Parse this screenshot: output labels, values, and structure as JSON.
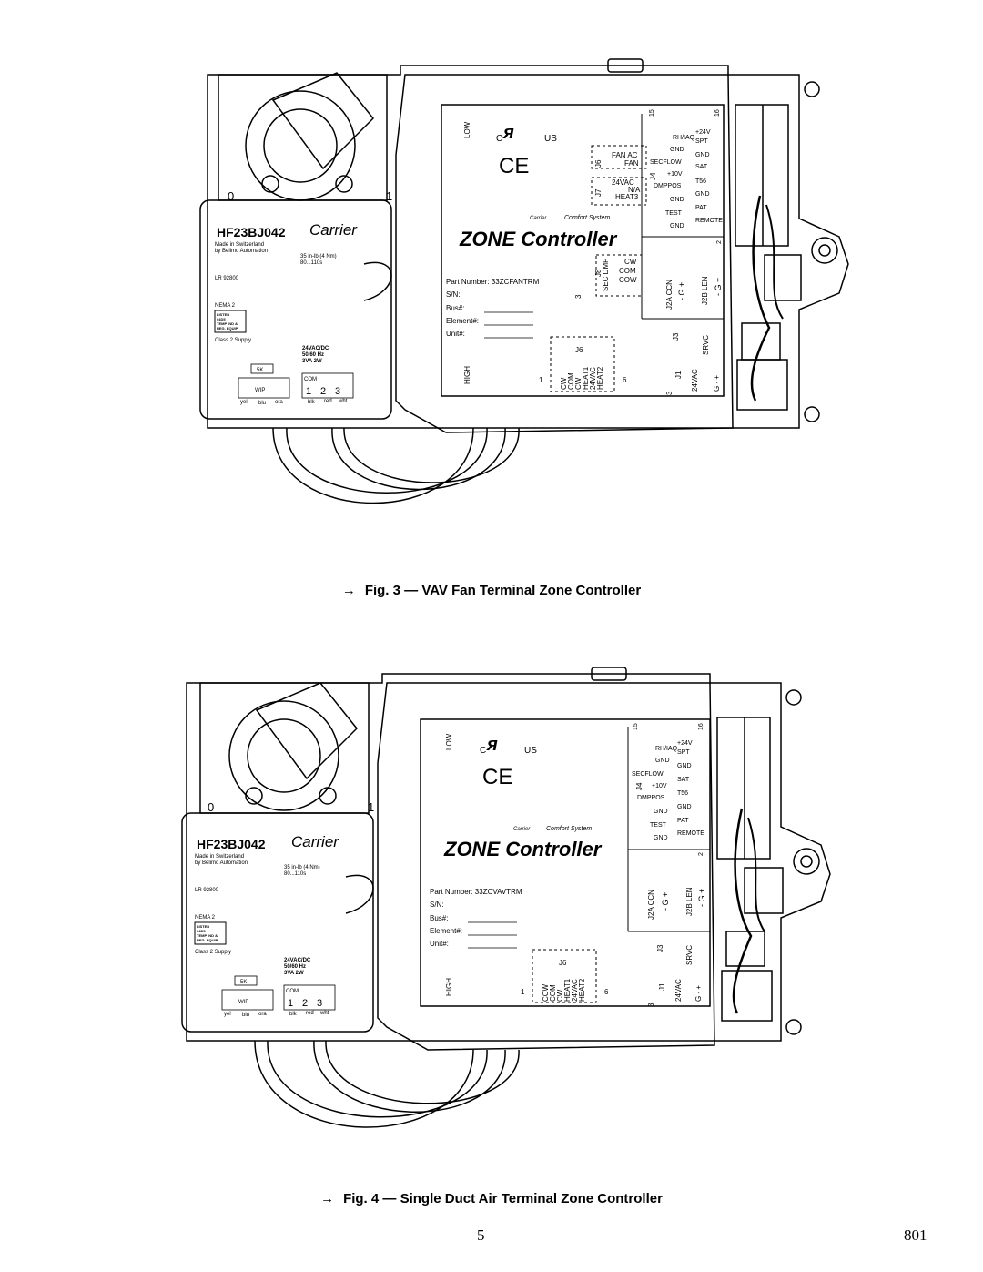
{
  "figures": [
    {
      "caption": "Fig. 3 — VAV Fan Terminal Zone Controller",
      "actuator": {
        "scale_left": "0",
        "scale_right": "1",
        "model": "HF23BJ042",
        "brand": "Carrier",
        "made_in": "Made in Switzerland",
        "made_by": "by Belimo Automation",
        "torque": "35 in-lb (4 Nm)",
        "runtime": "80...110s",
        "lr": "LR 92800",
        "nema": "NEMA 2",
        "listed_lines": [
          "LISTED",
          "94D5",
          "TEMP IND &",
          "REG. EQUIP."
        ],
        "class2": "Class 2 Supply",
        "power_lines": [
          "24VAC/DC",
          "50/60 Hz",
          "3VA  2W"
        ],
        "pot": "5K",
        "wip": "WIP",
        "com": "COM",
        "terms": [
          "1",
          "2",
          "3"
        ],
        "wires_left": [
          "yel",
          "blu",
          "ora"
        ],
        "wires_right": [
          "blk",
          "red",
          "wht"
        ]
      },
      "controller": {
        "low": "LOW",
        "high": "HIGH",
        "ul_c": "C",
        "ul_us": "US",
        "title": "ZONE Controller",
        "comfort": "Comfort System",
        "brand_small": "Carrier",
        "part_number": "Part Number: 33ZCFANTRM",
        "fields": [
          "S/N:",
          "Bus#:",
          "Element#:",
          "Unit#:"
        ],
        "j6_fan_lines": [
          "FAN AC",
          "FAN"
        ],
        "j7_lines": [
          "24VAC",
          "N/A",
          "HEAT3"
        ],
        "j8_lines": [
          "CW",
          "COM",
          "COW"
        ],
        "j8_side": "SEC DMP",
        "j4_left": [
          "RH/IAQ",
          "GND",
          "SECFLOW",
          "+10V",
          "DMPPOS",
          "GND",
          "TEST",
          "GND"
        ],
        "j4_right": [
          "+24V",
          "SPT",
          "GND",
          "SAT",
          "T56",
          "GND",
          "PAT",
          "REMOTE"
        ],
        "pin15": "15",
        "pin16": "16",
        "j2a": "J2A CCN",
        "j2a_pins": "- G +",
        "j2b": "J2B LEN",
        "j2b_pins": "- G +",
        "j3": "J3",
        "srvc": "SRVC",
        "j1": "J1",
        "j1_label": "24VAC",
        "j1_pins": "G - +",
        "j6": "J6",
        "j6_pins": [
          "CW",
          "COM",
          "CW",
          "HEAT1",
          "24VAC",
          "HEAT2"
        ],
        "pin1": "1",
        "pin3": "3",
        "pin6": "6",
        "j4": "J4",
        "j6side": "J6",
        "j7": "J7",
        "j8": "J8",
        "pin2": "2"
      }
    },
    {
      "caption": "Fig. 4 — Single Duct Air Terminal Zone Controller",
      "actuator": {
        "scale_left": "0",
        "scale_right": "1",
        "model": "HF23BJ042",
        "brand": "Carrier",
        "made_in": "Made in Switzerland",
        "made_by": "by Belimo Automation",
        "torque": "35 in-lb (4 Nm)",
        "runtime": "80...110s",
        "lr": "LR 92800",
        "nema": "NEMA 2",
        "listed_lines": [
          "LISTED",
          "94D5",
          "TEMP IND &",
          "REG. EQUIP."
        ],
        "class2": "Class 2 Supply",
        "power_lines": [
          "24VAC/DC",
          "50/60 Hz",
          "3VA  2W"
        ],
        "pot": "5K",
        "wip": "WIP",
        "com": "COM",
        "terms": [
          "1",
          "2",
          "3"
        ],
        "wires_left": [
          "yel",
          "blu",
          "ora"
        ],
        "wires_right": [
          "blk",
          "red",
          "wht"
        ]
      },
      "controller": {
        "low": "LOW",
        "high": "HIGH",
        "ul_c": "C",
        "ul_us": "US",
        "title": "ZONE Controller",
        "comfort": "Comfort System",
        "brand_small": "Carrier",
        "part_number": "Part Number: 33ZCVAVTRM",
        "fields": [
          "S/N:",
          "Bus#:",
          "Element#:",
          "Unit#:"
        ],
        "j4_left": [
          "RH/IAQ",
          "GND",
          "SECFLOW",
          "+10V",
          "DMPPOS",
          "GND",
          "TEST",
          "GND"
        ],
        "j4_right": [
          "+24V",
          "SPT",
          "GND",
          "SAT",
          "T56",
          "GND",
          "PAT",
          "REMOTE"
        ],
        "pin15": "15",
        "pin16": "16",
        "j2a": "J2A CCN",
        "j2a_pins": "- G +",
        "j2b": "J2B LEN",
        "j2b_pins": "- G +",
        "j3": "J3",
        "srvc": "SRVC",
        "j1": "J1",
        "j1_label": "24VAC",
        "j1_pins": "G - +",
        "j6": "J6",
        "j6_pins": [
          "CCW",
          "COM",
          "CW",
          "HEAT1",
          "24VAC",
          "HEAT2"
        ],
        "pin1": "1",
        "pin3": "3",
        "pin6": "6",
        "j4": "J4",
        "pin2": "2"
      }
    }
  ],
  "page": {
    "number": "5",
    "code": "801"
  }
}
